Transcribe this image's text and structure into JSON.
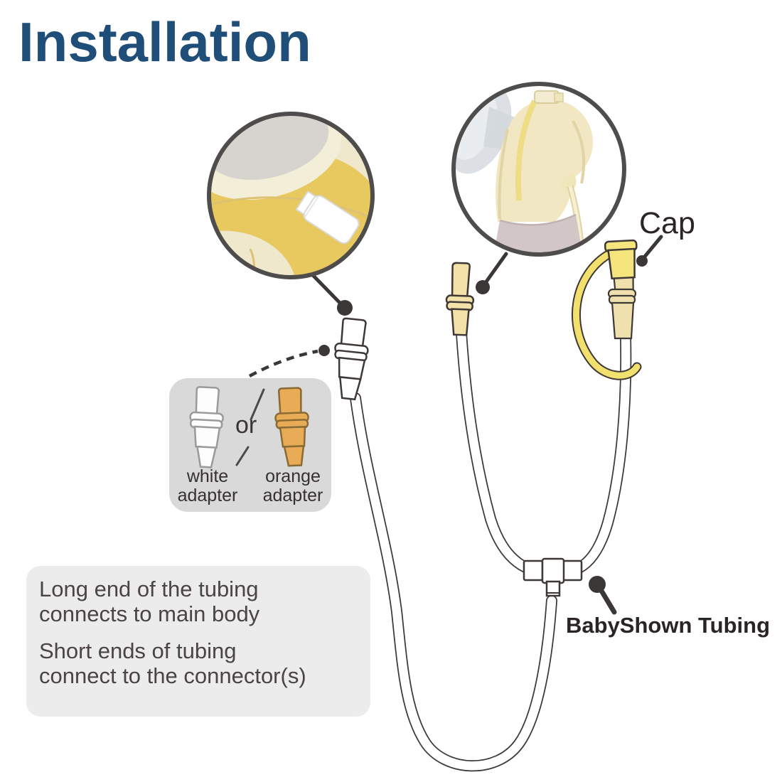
{
  "title": "Installation",
  "labels": {
    "cap": "Cap",
    "tubing": "BabyShown Tubing"
  },
  "adapter_box": {
    "or": "or",
    "white_adapter": "white\nadapter",
    "orange_adapter": "orange\nadapter"
  },
  "instructions": {
    "line1": "Long end of the tubing\nconnects to main body",
    "line2": "Short ends of tubing\nconnect to the connector(s)"
  },
  "icons": {
    "main_body_photo": "zoom-circle-main-body-with-white-port",
    "connector_photo": "zoom-circle-breast-shield-connector",
    "leader_dot": "filled-circle-pointer",
    "dashed_leader": "dashed-curve-pointer"
  },
  "colors": {
    "title": "#1F4E79",
    "outline": "#3E3836",
    "circle_border": "#4F4C4C",
    "leader": "#3A3736",
    "label_text": "#2B2525",
    "box_text": "#4A4444",
    "adapter_box_bg": "#D9D9D9",
    "instruction_box_bg": "#EDECEC",
    "tip_cream": "#F2E2A9",
    "cap_yellow": "#F6E57D",
    "strap_yellow": "#F2E06E",
    "orange_adapter": "#E9AC56",
    "body_yellow": "#E8C95F",
    "body_cream": "#EFE8CD",
    "lid_gray": "#D7D4CF",
    "connector_cream": "#F1E8C3",
    "shield_gray": "#DCE0E4",
    "bottle_gray": "#D2C7C6"
  }
}
